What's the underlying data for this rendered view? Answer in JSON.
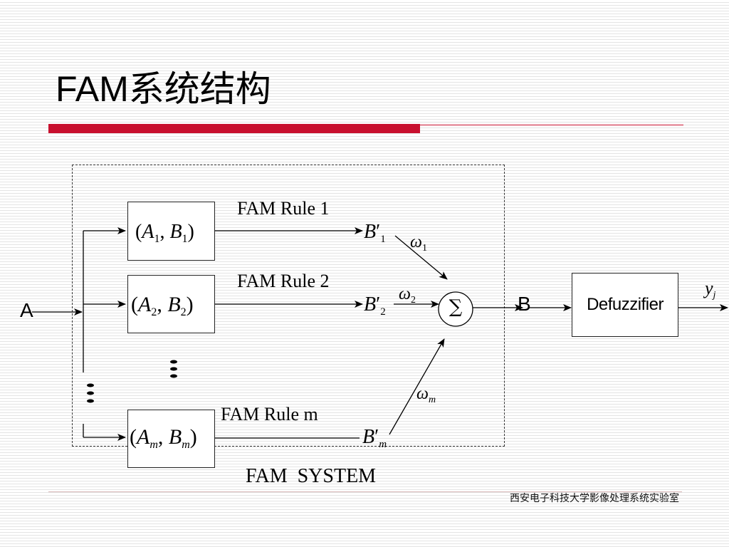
{
  "slide": {
    "title": "FAM系统结构",
    "footer": "西安电子科技大学影像处理系统实验室"
  },
  "diagram": {
    "input_label": "A",
    "rules": [
      {
        "label": "FAM Rule 1",
        "pair_a": "A",
        "pair_b": "B",
        "sub": "1",
        "output_main": "B",
        "output_prime": "′",
        "output_sub": "1",
        "weight_main": "ω",
        "weight_sub": "1"
      },
      {
        "label": "FAM Rule 2",
        "pair_a": "A",
        "pair_b": "B",
        "sub": "2",
        "output_main": "B",
        "output_prime": "′",
        "output_sub": "2",
        "weight_main": "ω",
        "weight_sub": "2"
      },
      {
        "label": "FAM Rule m",
        "pair_a": "A",
        "pair_b": "B",
        "sub": "m",
        "output_main": "B",
        "output_prime": "′",
        "output_sub": "m",
        "weight_main": "ω",
        "weight_sub": "m"
      }
    ],
    "sum_symbol": "∑",
    "sum_output_label": "B",
    "defuzzifier_label": "Defuzzifier",
    "final_output_main": "y",
    "final_output_sub": "j",
    "system_label": "FAM  SYSTEM"
  }
}
